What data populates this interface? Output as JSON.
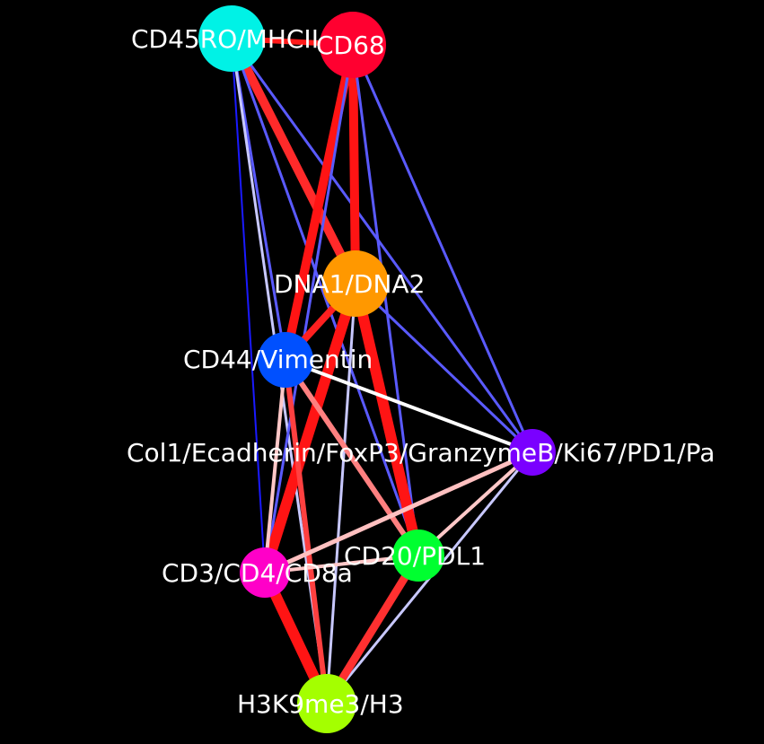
{
  "graph": {
    "nodes": [
      {
        "id": "cd45ro",
        "name": "node-cd45ro-mhcii",
        "label": "CD45RO/MHCII",
        "color": "#00f2e6"
      },
      {
        "id": "cd68",
        "name": "node-cd68",
        "label": "CD68",
        "color": "#ff0030"
      },
      {
        "id": "dna",
        "name": "node-dna1-dna2",
        "label": "DNA1/DNA2",
        "color": "#ff9800"
      },
      {
        "id": "cd44",
        "name": "node-cd44-vimentin",
        "label": "CD44/Vimentin",
        "color": "#0050ff"
      },
      {
        "id": "col1",
        "name": "node-col1-ecadherin",
        "label": "Col1/Ecadherin/FoxP3/GranzymeB/Ki67/PD1/Pa",
        "color": "#7a00ff"
      },
      {
        "id": "cd20",
        "name": "node-cd20-pdl1",
        "label": "CD20/PDL1",
        "color": "#00ff30"
      },
      {
        "id": "cd3",
        "name": "node-cd3-cd4-cd8a",
        "label": "CD3/CD4/CD8a",
        "color": "#ff00c8"
      },
      {
        "id": "h3k9",
        "name": "node-h3k9me3-h3",
        "label": "H3K9me3/H3",
        "color": "#a4ff00"
      }
    ],
    "edges": [
      {
        "source": "cd45ro",
        "target": "cd68",
        "color": "#ff1a1a",
        "weight": 6
      },
      {
        "source": "cd45ro",
        "target": "dna",
        "color": "#ff2a2a",
        "weight": 10
      },
      {
        "source": "cd45ro",
        "target": "cd44",
        "color": "#5a5aff",
        "weight": 3
      },
      {
        "source": "cd45ro",
        "target": "col1",
        "color": "#5a5aff",
        "weight": 3
      },
      {
        "source": "cd45ro",
        "target": "cd20",
        "color": "#5a5aff",
        "weight": 3
      },
      {
        "source": "cd45ro",
        "target": "cd3",
        "color": "#1a1aff",
        "weight": 2
      },
      {
        "source": "cd45ro",
        "target": "h3k9",
        "color": "#c8c8ff",
        "weight": 3
      },
      {
        "source": "cd68",
        "target": "dna",
        "color": "#ff1414",
        "weight": 10
      },
      {
        "source": "cd68",
        "target": "cd44",
        "color": "#ff1414",
        "weight": 10
      },
      {
        "source": "cd68",
        "target": "col1",
        "color": "#5a5aff",
        "weight": 3
      },
      {
        "source": "cd68",
        "target": "cd20",
        "color": "#5a5aff",
        "weight": 3
      },
      {
        "source": "cd68",
        "target": "cd3",
        "color": "#5a5aff",
        "weight": 3
      },
      {
        "source": "dna",
        "target": "cd44",
        "color": "#ff2020",
        "weight": 8
      },
      {
        "source": "dna",
        "target": "col1",
        "color": "#5a5aff",
        "weight": 3
      },
      {
        "source": "dna",
        "target": "cd20",
        "color": "#ff1414",
        "weight": 12
      },
      {
        "source": "dna",
        "target": "cd3",
        "color": "#ff1414",
        "weight": 12
      },
      {
        "source": "dna",
        "target": "h3k9",
        "color": "#c8c8ff",
        "weight": 3
      },
      {
        "source": "cd44",
        "target": "col1",
        "color": "#ffffff",
        "weight": 4
      },
      {
        "source": "cd44",
        "target": "cd20",
        "color": "#ff8080",
        "weight": 6
      },
      {
        "source": "cd44",
        "target": "cd3",
        "color": "#ffc8c8",
        "weight": 4
      },
      {
        "source": "cd44",
        "target": "h3k9",
        "color": "#ff4040",
        "weight": 6
      },
      {
        "source": "col1",
        "target": "cd3",
        "color": "#ffc0c0",
        "weight": 5
      },
      {
        "source": "col1",
        "target": "cd20",
        "color": "#ffc8c8",
        "weight": 4
      },
      {
        "source": "col1",
        "target": "h3k9",
        "color": "#c8c8ff",
        "weight": 3
      },
      {
        "source": "cd20",
        "target": "cd3",
        "color": "#ffc8c8",
        "weight": 4
      },
      {
        "source": "cd20",
        "target": "h3k9",
        "color": "#ff3030",
        "weight": 9
      },
      {
        "source": "cd3",
        "target": "h3k9",
        "color": "#ff1414",
        "weight": 12
      }
    ]
  }
}
